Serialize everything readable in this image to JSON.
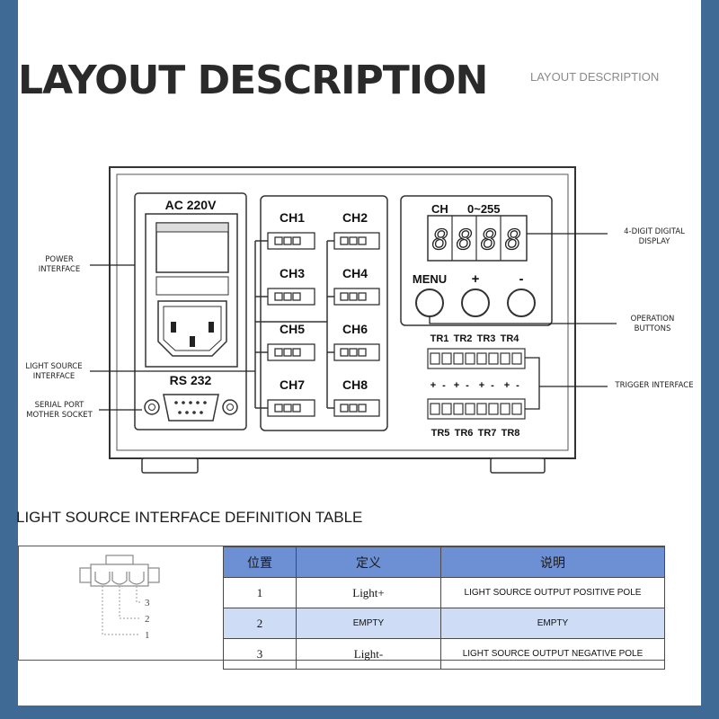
{
  "header": {
    "title": "LAYOUT DESCRIPTION",
    "subtitle": "LAYOUT DESCRIPTION"
  },
  "device": {
    "ac_label": "AC  220V",
    "rs_label": "RS 232",
    "channels": [
      "CH1",
      "CH2",
      "CH3",
      "CH4",
      "CH5",
      "CH6",
      "CH7",
      "CH8"
    ],
    "display_label_ch": "CH",
    "display_label_range": "0~255",
    "display_digits": [
      "8",
      "8",
      "8",
      "8"
    ],
    "buttons": [
      "MENU",
      "+",
      "-"
    ],
    "trigger_top_labels": [
      "TR1",
      "TR2",
      "TR3",
      "TR4"
    ],
    "trigger_bottom_labels": [
      "TR5",
      "TR6",
      "TR7",
      "TR8"
    ],
    "polarity": [
      "+",
      "-",
      "+",
      "-",
      "+",
      "-",
      "+",
      "-"
    ]
  },
  "callouts": {
    "power": [
      "POWER",
      "INTERFACE"
    ],
    "light": [
      "LIGHT SOURCE",
      "INTERFACE"
    ],
    "serial": [
      "SERIAL PORT",
      "MOTHER SOCKET"
    ],
    "display": [
      "4-DIGIT DIGITAL",
      "DISPLAY"
    ],
    "buttons": [
      "OPERATION",
      "BUTTONS"
    ],
    "trigger": [
      "TRIGGER INTERFACE"
    ]
  },
  "table": {
    "title": "LIGHT SOURCE INTERFACE DEFINITION TABLE",
    "pin_numbers": [
      "3",
      "2",
      "1"
    ],
    "headers": [
      "位置",
      "定义",
      "说明"
    ],
    "rows": [
      [
        "1",
        "Light+",
        "LIGHT SOURCE OUTPUT POSITIVE POLE"
      ],
      [
        "2",
        "EMPTY",
        "EMPTY"
      ],
      [
        "3",
        "Light-",
        "LIGHT SOURCE OUTPUT NEGATIVE POLE"
      ]
    ]
  }
}
